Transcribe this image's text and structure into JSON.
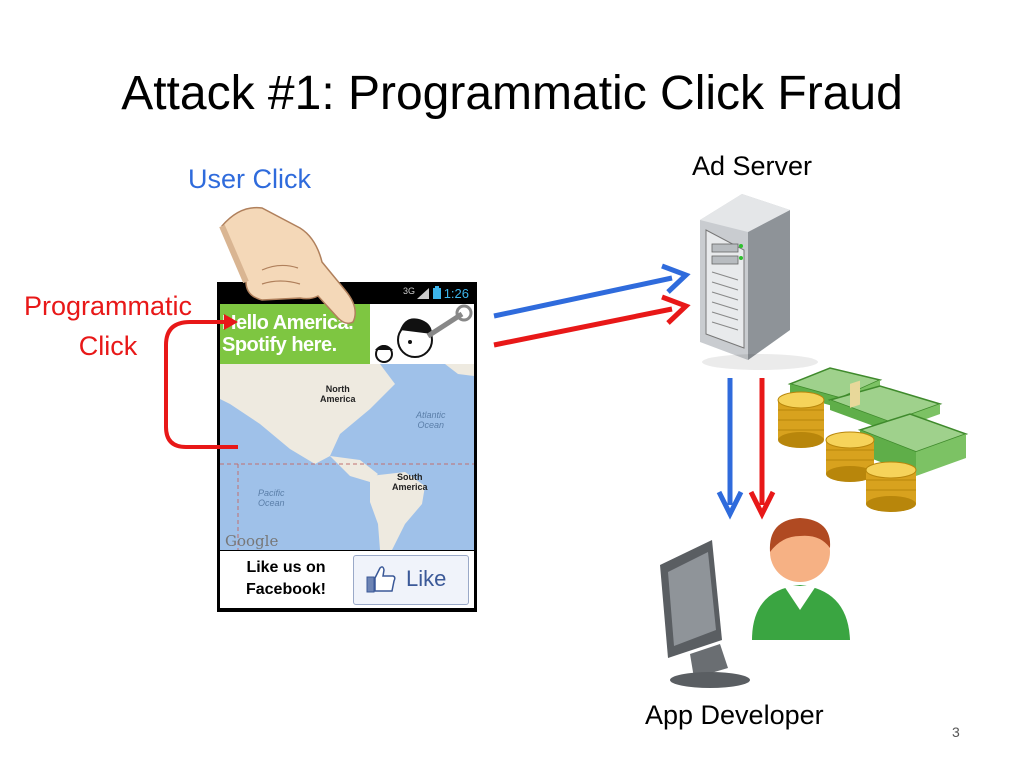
{
  "slide": {
    "title": "Attack #1: Programmatic Click Fraud",
    "page_number": "3"
  },
  "labels": {
    "user_click": "User Click",
    "programmatic_click_line1": "Programmatic",
    "programmatic_click_line2": "Click",
    "ad_server": "Ad Server",
    "app_developer": "App Developer"
  },
  "phone": {
    "status_time": "1:26",
    "status_network": "3G",
    "banner_line1": "Hello America.",
    "banner_line2": "Spotify here.",
    "map_labels": {
      "north_america": [
        "North",
        "America"
      ],
      "atlantic_ocean": [
        "Atlantic",
        "Ocean"
      ],
      "south_america": [
        "South",
        "America"
      ],
      "pacific_ocean": [
        "Pacific",
        "Ocean"
      ],
      "google": "Google"
    },
    "like_text_line1": "Like us on",
    "like_text_line2": "Facebook!",
    "like_button": "Like"
  },
  "colors": {
    "user_click": "#2f6bdc",
    "programmatic": "#e81818",
    "banner_green": "#7ec641",
    "map_water": "#9fc1e9",
    "map_land": "#eeeae0",
    "facebook_blue": "#3b5998"
  },
  "icons": [
    "hand-pointer-icon",
    "server-icon",
    "money-stack-icon",
    "coins-icon",
    "developer-computer-icon",
    "thumbs-up-icon"
  ]
}
